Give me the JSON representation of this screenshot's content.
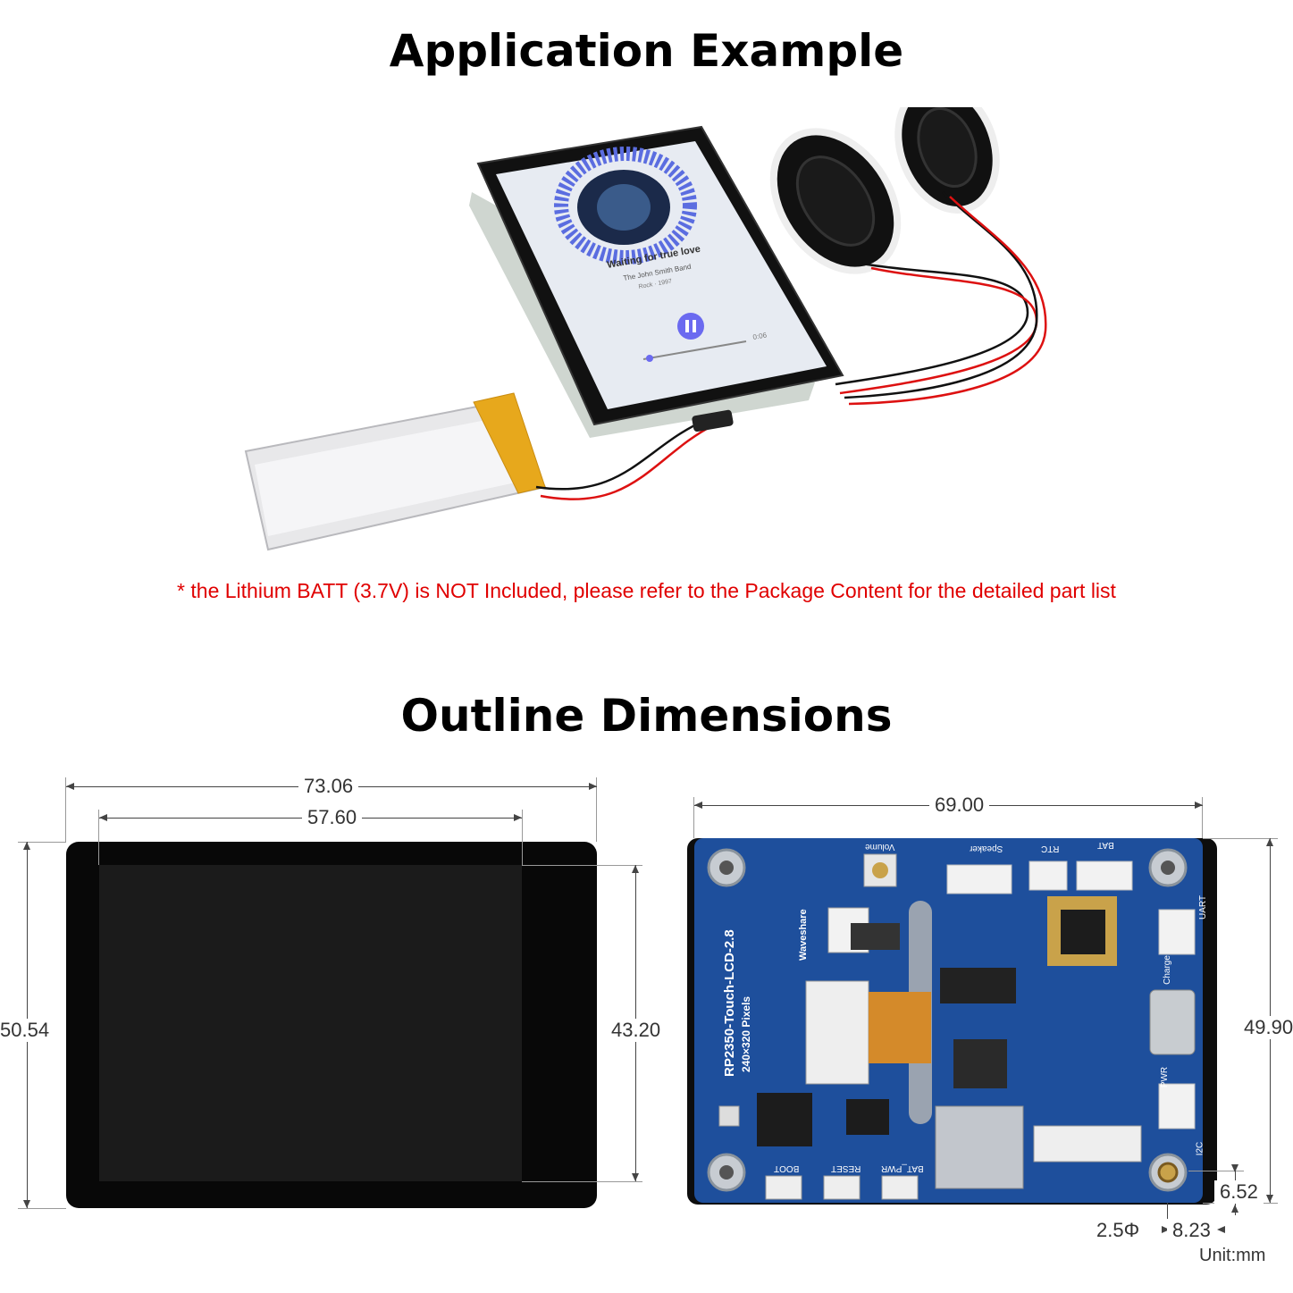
{
  "titles": {
    "application": "Application Example",
    "outline": "Outline Dimensions"
  },
  "note": {
    "text": "* the Lithium BATT (3.7V) is NOT Included, please refer to the Package Content for the detailed part list",
    "color": "#e00000"
  },
  "screen": {
    "song_title": "Waiting for true love",
    "artist": "The John Smith Band",
    "genre": "Rock · 1997",
    "time": "0:06"
  },
  "front_view": {
    "width_outer": "73.06",
    "width_inner": "57.60",
    "height_outer": "50.54",
    "height_inner": "43.20"
  },
  "back_view": {
    "width": "69.00",
    "height": "49.90",
    "hole_offset_y": "6.52",
    "hole_diameter": "2.5Φ",
    "hole_offset_x": "8.23",
    "unit": "Unit:mm"
  },
  "pcb": {
    "model": "RP2350-Touch-LCD-2.8",
    "resolution": "240×320 Pixels",
    "brand": "Waveshare",
    "labels_top": [
      "Volume",
      "Speaker",
      "RTC",
      "BAT"
    ],
    "labels_bottom": [
      "BOOT",
      "RESET",
      "BAT_PWR"
    ],
    "labels_right": [
      "UART",
      "Charge",
      "PWR",
      "I2C"
    ],
    "colors": {
      "board": "#1e4f9c",
      "gold": "#c9a24a"
    }
  }
}
